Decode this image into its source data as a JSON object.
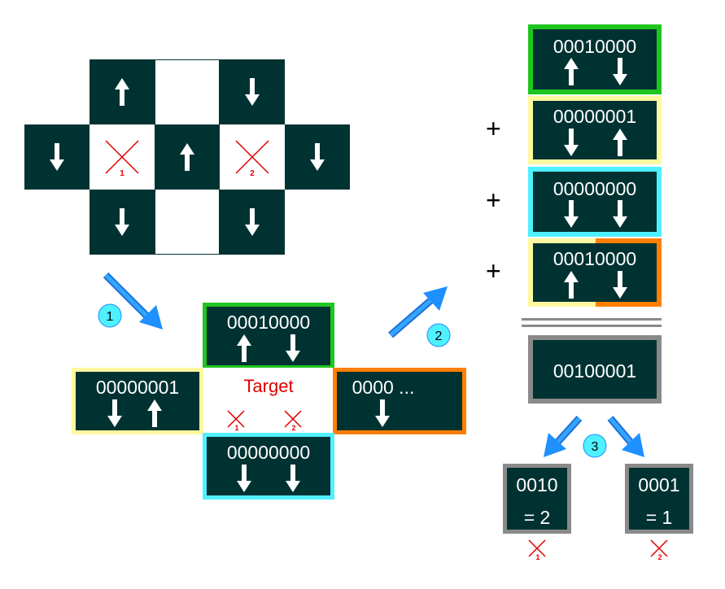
{
  "colors": {
    "cell": "#003232",
    "green": "#1fc51f",
    "yellow": "#fff8a0",
    "cyan": "#4ff0ff",
    "orange": "#ff8000",
    "gray": "#8a8a8a",
    "red": "#e00000",
    "step_arrow": "#1e90ff",
    "step_badge": "#4ff0ff"
  },
  "steps": [
    "1",
    "2",
    "3"
  ],
  "lattice": {
    "cross_labels": [
      "1",
      "2"
    ]
  },
  "neighborhood": {
    "target_label": "Target",
    "top_code": "00010000",
    "left_code": "00000001",
    "bottom_code": "00000000",
    "right_code": "0000 ...",
    "cross_labels": [
      "1",
      "2"
    ]
  },
  "sum": {
    "plus": "+",
    "codes": [
      "00010000",
      "00000001",
      "00000000",
      "00010000"
    ],
    "result": "00100001"
  },
  "split": {
    "left_code": "0010",
    "left_value": "= 2",
    "right_code": "0001",
    "right_value": "= 1",
    "cross_labels": [
      "1",
      "2"
    ]
  }
}
